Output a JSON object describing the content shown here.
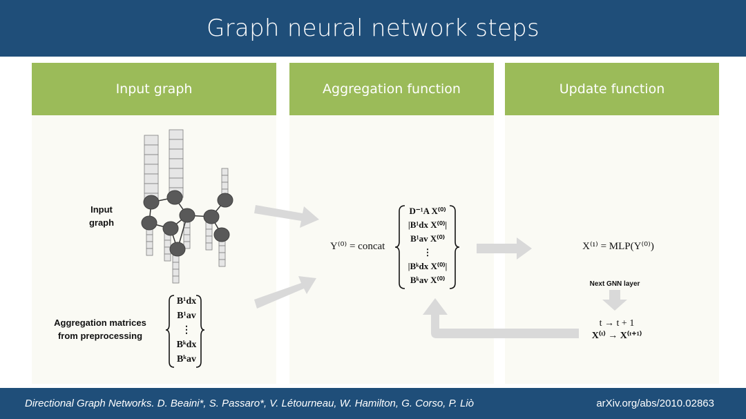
{
  "title": "Graph neural network steps",
  "panels": [
    {
      "title": "Input graph"
    },
    {
      "title": "Aggregation function"
    },
    {
      "title": "Update function"
    }
  ],
  "input": {
    "graph_label_line1": "Input",
    "graph_label_line2": "graph",
    "matrices_label_line1": "Aggregation matrices",
    "matrices_label_line2": "from preprocessing",
    "matrix_entries": [
      "B¹dx",
      "B¹av",
      "⋮",
      "Bᵏdx",
      "Bᵏav"
    ]
  },
  "aggregation": {
    "lhs": "Y⁽⁰⁾ = concat",
    "terms": [
      "D⁻¹A X⁽⁰⁾",
      "|B¹dx X⁽⁰⁾|",
      "B¹av X⁽⁰⁾",
      "⋮",
      "|Bᵏdx X⁽⁰⁾|",
      "Bᵏav X⁽⁰⁾"
    ]
  },
  "update": {
    "equation": "X⁽¹⁾ = MLP(Y⁽⁰⁾)",
    "next_layer_label": "Next GNN layer",
    "step_line1": "t → t + 1",
    "step_line2": "X⁽ᵗ⁾ → X⁽ᵗ⁺¹⁾"
  },
  "footer": {
    "citation": "Directional Graph Networks. D. Beaini*, S. Passaro*, V. Létourneau, W. Hamilton, G. Corso, P. Liò",
    "arxiv": "arXiv.org/abs/2010.02863"
  },
  "colors": {
    "header_bg": "#1f4e79",
    "panel_header": "#9bbb59",
    "panel_bg": "#fafaf4",
    "arrow": "#d9d9d9",
    "node": "#595959"
  }
}
